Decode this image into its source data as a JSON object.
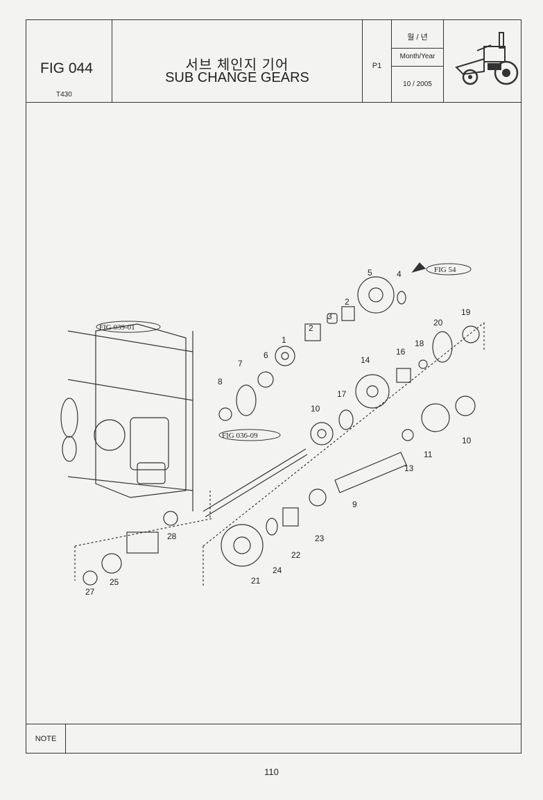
{
  "header": {
    "fig_no": "FIG 044",
    "model": "T430",
    "title_ko": "서브 체인지 기어",
    "title_en": "SUB CHANGE GEARS",
    "page_code": "P1",
    "date_label_ko": "월 / 년",
    "date_label_en": "Month/Year",
    "date_value": "10 / 2005"
  },
  "references": [
    "FIG 54",
    "FIG 039-01",
    "FIG 036-09"
  ],
  "callouts": [
    "1",
    "2",
    "2",
    "3",
    "4",
    "5",
    "6",
    "7",
    "8",
    "9",
    "10",
    "10",
    "11",
    "13",
    "14",
    "16",
    "17",
    "18",
    "19",
    "20",
    "21",
    "22",
    "23",
    "24",
    "25",
    "27",
    "28"
  ],
  "note_label": "NOTE",
  "page_number": "110",
  "icons": {
    "logo": "tractor-icon"
  }
}
